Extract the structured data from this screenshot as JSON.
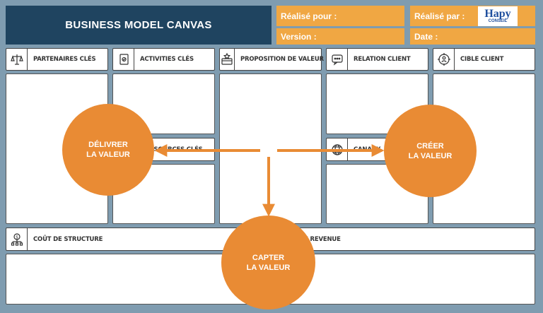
{
  "header": {
    "title": "BUSINESS MODEL CANVAS",
    "realise_pour": "Réalisé pour :",
    "version": "Version :",
    "realise_par": "Réalisé par :",
    "date": "Date :"
  },
  "logo": {
    "name": "Hapy",
    "sub": "CONSEIL"
  },
  "blocks": {
    "partenaires": "PARTENAIRES CLÉS",
    "activities": "ACTIVITIES CLÉS",
    "proposition": "PROPOSITION DE VALEUR",
    "relation": "RELATION CLIENT",
    "cible": "CIBLE CLIENT",
    "ressources": "RESSOURCES CLÉS",
    "canaux": "CANAUX",
    "cout": "COÛT DE STRUCTURE",
    "revenue": "SOURCES DE REVENUE"
  },
  "circles": {
    "delivrer": [
      "DÉLIVRER",
      "LA VALEUR"
    ],
    "creer": [
      "CRÉER",
      "LA VALEUR"
    ],
    "capter": [
      "CAPTER",
      "LA VALEUR"
    ]
  },
  "icons": [
    "balance-icon",
    "clipboard-icon",
    "box-star-icon",
    "chat-icon",
    "target-person-icon",
    "globe-icon",
    "money-network-icon"
  ],
  "colors": {
    "background": "#7f9cb0",
    "title": "#1f4460",
    "meta": "#f0a743",
    "accent": "#e98b34"
  }
}
